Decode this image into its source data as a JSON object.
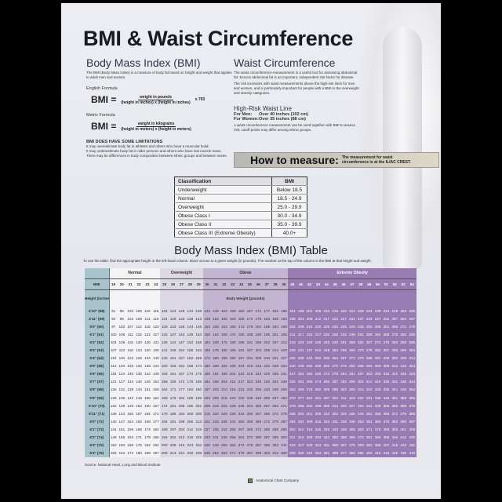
{
  "title": "BMI & Waist Circumference",
  "bmi": {
    "heading": "Body Mass Index (BMI)",
    "intro": "The BMI (Body Mass Index) is a measure of body fat based on height and weight that applies to adult men and women.",
    "english_label": "English Formula",
    "metric_label": "Metric Formula",
    "lhs": "BMI =",
    "english_num": "weight in pounds",
    "english_den": "(height in inches) x (height in inches)",
    "english_mult": "x 703",
    "metric_num": "weight in kilograms",
    "metric_den": "(height in meters) x (height in meters)",
    "limits_heading": "BMI DOES HAVE SOME LIMITATIONS",
    "limits": [
      "It may overestimate body fat in athletes and others who have a muscular build.",
      "It may underestimate body fat in older persons and others who have lost muscle mass.",
      "There may be differences in body composition between ethnic groups and between sexes."
    ]
  },
  "waist": {
    "heading": "Waist Circumference",
    "p1": "The waist circumference measurement is a useful tool for assessing abdominal fat. Excess abdominal fat is an important, independent risk factor for disease.",
    "p2": "The risk increases with waist measurements above the high-risk lines for men and women, and is particularly important for people with a BMI in the overweight and obesity categories.",
    "risk_heading": "High-Risk Waist Line",
    "men_label": "For Men:",
    "men_value": "Over 40 inches (102 cm)",
    "women_label": "For Women:",
    "women_value": "Over 35 inches (88 cm)",
    "p3": "A waist circumference measurement can be used together with BMI to assess risk; cutoff points may differ among ethnic groups."
  },
  "how_to": {
    "label": "How to measure:",
    "text": "The measurement for waist circumference is at the ILIAC CREST."
  },
  "classification": {
    "headers": [
      "Classification",
      "BMI"
    ],
    "rows": [
      [
        "Underweight",
        "Below 18.5"
      ],
      [
        "Normal",
        "18.5 - 24.9"
      ],
      [
        "Overweight",
        "25.0 - 29.9"
      ],
      [
        "Obese Class I",
        "30.0 - 34.9"
      ],
      [
        "Obese Class II",
        "35.0 - 39.9"
      ],
      [
        "Obese Class III (Extreme Obesity)",
        "40.0+"
      ]
    ]
  },
  "table": {
    "title": "Body Mass Index (BMI) Table",
    "intro": "To use the table, find the appropriate height in the left-hand column. Move across to a given weight (in pounds). The number at the top of the column is the BMI at that height and weight.",
    "bmi_label": "BMI",
    "height_label": "Height (inches)",
    "weight_label": "Body Weight (pounds)",
    "categories": [
      {
        "name": "Normal",
        "span": 6,
        "cls": "n"
      },
      {
        "name": "Overweight",
        "span": 5,
        "cls": "o"
      },
      {
        "name": "Obese",
        "span": 10,
        "cls": "b"
      },
      {
        "name": "Extreme Obesity",
        "span": 15,
        "cls": "e"
      }
    ],
    "bmi_values": [
      19,
      20,
      21,
      22,
      23,
      24,
      25,
      26,
      27,
      28,
      29,
      30,
      31,
      32,
      33,
      34,
      35,
      36,
      37,
      38,
      39,
      40,
      41,
      42,
      43,
      44,
      45,
      46,
      47,
      48,
      49,
      50,
      51,
      52,
      53,
      54
    ],
    "rows": [
      {
        "h": "4'10\" (58)",
        "w": [
          91,
          96,
          100,
          105,
          110,
          115,
          119,
          124,
          129,
          134,
          138,
          143,
          148,
          153,
          158,
          162,
          167,
          172,
          177,
          181,
          186,
          191,
          196,
          201,
          205,
          210,
          215,
          220,
          224,
          229,
          234,
          239,
          244,
          248,
          253,
          258
        ]
      },
      {
        "h": "4'11\" (59)",
        "w": [
          94,
          99,
          104,
          109,
          114,
          119,
          124,
          128,
          133,
          138,
          143,
          148,
          153,
          158,
          163,
          168,
          173,
          178,
          183,
          188,
          193,
          198,
          203,
          208,
          212,
          217,
          222,
          227,
          232,
          237,
          242,
          247,
          252,
          257,
          262,
          267
        ]
      },
      {
        "h": "5'0\" (60)",
        "w": [
          97,
          102,
          107,
          112,
          118,
          123,
          128,
          133,
          138,
          143,
          148,
          153,
          158,
          163,
          168,
          174,
          179,
          184,
          189,
          194,
          199,
          204,
          209,
          215,
          220,
          225,
          230,
          235,
          240,
          245,
          250,
          255,
          261,
          266,
          271,
          276
        ]
      },
      {
        "h": "5'1\" (61)",
        "w": [
          100,
          106,
          111,
          116,
          122,
          127,
          132,
          137,
          143,
          148,
          153,
          158,
          164,
          169,
          174,
          180,
          185,
          190,
          195,
          201,
          206,
          211,
          217,
          222,
          227,
          232,
          238,
          243,
          248,
          254,
          259,
          264,
          269,
          275,
          280,
          285
        ]
      },
      {
        "h": "5'2\" (62)",
        "w": [
          104,
          109,
          115,
          120,
          126,
          131,
          136,
          142,
          147,
          153,
          158,
          164,
          169,
          175,
          180,
          186,
          191,
          196,
          202,
          207,
          213,
          218,
          224,
          229,
          235,
          240,
          246,
          251,
          256,
          262,
          267,
          273,
          278,
          284,
          289,
          295
        ]
      },
      {
        "h": "5'3\" (63)",
        "w": [
          107,
          113,
          118,
          124,
          130,
          135,
          141,
          146,
          152,
          158,
          163,
          169,
          175,
          180,
          186,
          191,
          197,
          203,
          208,
          214,
          220,
          225,
          231,
          237,
          242,
          248,
          254,
          259,
          265,
          270,
          278,
          282,
          287,
          293,
          299,
          304
        ]
      },
      {
        "h": "5'4\" (64)",
        "w": [
          110,
          116,
          122,
          128,
          134,
          140,
          145,
          151,
          157,
          163,
          169,
          174,
          180,
          186,
          192,
          197,
          204,
          209,
          215,
          221,
          227,
          232,
          238,
          244,
          250,
          256,
          262,
          267,
          273,
          279,
          285,
          291,
          296,
          302,
          308,
          314
        ]
      },
      {
        "h": "5'5\" (65)",
        "w": [
          114,
          120,
          126,
          132,
          138,
          144,
          150,
          156,
          162,
          168,
          174,
          180,
          186,
          192,
          198,
          204,
          210,
          216,
          222,
          228,
          234,
          240,
          246,
          252,
          258,
          264,
          270,
          276,
          282,
          288,
          294,
          300,
          306,
          312,
          318,
          324
        ]
      },
      {
        "h": "5'6\" (66)",
        "w": [
          118,
          124,
          130,
          136,
          142,
          148,
          155,
          161,
          167,
          173,
          179,
          186,
          192,
          198,
          204,
          210,
          216,
          223,
          229,
          235,
          241,
          247,
          253,
          260,
          266,
          272,
          278,
          284,
          291,
          297,
          303,
          309,
          315,
          322,
          328,
          334
        ]
      },
      {
        "h": "5'7\" (67)",
        "w": [
          121,
          127,
          134,
          140,
          146,
          153,
          159,
          166,
          172,
          178,
          185,
          191,
          198,
          204,
          211,
          217,
          223,
          230,
          236,
          242,
          249,
          255,
          261,
          268,
          274,
          280,
          287,
          293,
          299,
          306,
          312,
          319,
          325,
          331,
          338,
          344
        ]
      },
      {
        "h": "5'8\" (68)",
        "w": [
          125,
          131,
          138,
          144,
          151,
          158,
          164,
          171,
          177,
          184,
          190,
          197,
          203,
          210,
          216,
          223,
          230,
          236,
          243,
          249,
          256,
          262,
          269,
          276,
          282,
          289,
          295,
          302,
          308,
          315,
          322,
          328,
          335,
          341,
          348,
          354
        ]
      },
      {
        "h": "5'9\" (69)",
        "w": [
          128,
          135,
          142,
          149,
          155,
          162,
          169,
          176,
          182,
          189,
          196,
          203,
          209,
          216,
          223,
          230,
          236,
          243,
          250,
          257,
          263,
          270,
          277,
          284,
          291,
          297,
          304,
          311,
          318,
          324,
          331,
          338,
          345,
          351,
          358,
          365
        ]
      },
      {
        "h": "5'10\" (70)",
        "w": [
          132,
          139,
          146,
          153,
          160,
          167,
          174,
          181,
          188,
          195,
          202,
          209,
          216,
          222,
          229,
          236,
          243,
          250,
          257,
          264,
          271,
          278,
          285,
          292,
          299,
          306,
          313,
          320,
          327,
          334,
          341,
          348,
          355,
          362,
          369,
          376
        ]
      },
      {
        "h": "5'11\" (71)",
        "w": [
          136,
          143,
          150,
          157,
          165,
          172,
          179,
          186,
          193,
          200,
          208,
          215,
          222,
          229,
          236,
          243,
          250,
          257,
          265,
          272,
          279,
          286,
          293,
          301,
          308,
          315,
          322,
          329,
          338,
          343,
          351,
          358,
          365,
          372,
          379,
          386
        ]
      },
      {
        "h": "6'0\" (72)",
        "w": [
          140,
          147,
          154,
          162,
          169,
          177,
          184,
          191,
          199,
          206,
          213,
          221,
          228,
          235,
          242,
          250,
          258,
          265,
          272,
          279,
          287,
          294,
          302,
          309,
          316,
          324,
          331,
          338,
          346,
          353,
          361,
          368,
          375,
          383,
          390,
          397
        ]
      },
      {
        "h": "6'1\" (73)",
        "w": [
          144,
          151,
          159,
          166,
          174,
          182,
          189,
          197,
          204,
          212,
          219,
          227,
          235,
          242,
          250,
          257,
          265,
          272,
          280,
          288,
          295,
          302,
          310,
          318,
          325,
          333,
          340,
          348,
          355,
          363,
          371,
          378,
          386,
          393,
          401,
          408
        ]
      },
      {
        "h": "6'2\" (74)",
        "w": [
          148,
          155,
          163,
          171,
          179,
          186,
          194,
          202,
          210,
          218,
          225,
          233,
          241,
          249,
          256,
          264,
          272,
          280,
          287,
          295,
          303,
          311,
          319,
          326,
          334,
          342,
          350,
          358,
          365,
          373,
          381,
          389,
          396,
          404,
          412,
          420
        ]
      },
      {
        "h": "6'3\" (75)",
        "w": [
          152,
          160,
          168,
          176,
          184,
          192,
          200,
          208,
          216,
          224,
          232,
          240,
          248,
          256,
          264,
          272,
          279,
          287,
          295,
          303,
          311,
          319,
          327,
          335,
          343,
          351,
          359,
          367,
          375,
          383,
          391,
          399,
          407,
          415,
          423,
          431
        ]
      },
      {
        "h": "6'4\" (76)",
        "w": [
          156,
          164,
          172,
          180,
          189,
          197,
          205,
          213,
          221,
          230,
          238,
          246,
          254,
          263,
          271,
          279,
          287,
          295,
          304,
          312,
          320,
          328,
          336,
          344,
          353,
          361,
          369,
          377,
          385,
          394,
          402,
          410,
          418,
          426,
          435,
          443
        ]
      }
    ]
  },
  "footer": {
    "source": "Source: National Heart, Lung and Blood Institute",
    "publisher": "Anatomical Chart Company"
  }
}
